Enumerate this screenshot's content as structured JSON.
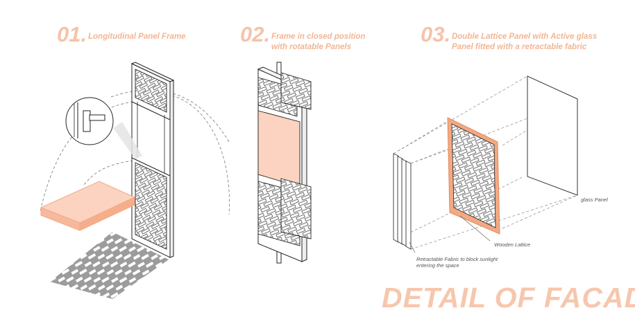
{
  "sections": [
    {
      "number": "01.",
      "caption_lines": [
        "Longitudinal Panel Frame"
      ]
    },
    {
      "number": "02.",
      "caption_lines": [
        "Frame in closed position",
        "with rotatable Panels"
      ]
    },
    {
      "number": "03.",
      "caption_lines": [
        "Double Lattice Panel with Active glass",
        "Panel fitted with a retractable fabric"
      ]
    }
  ],
  "labels": {
    "glass_panel": "glass Panel",
    "wooden_lattice": "Wooden Lattice",
    "fabric_line1": "Retractable Fabric to block sunlight",
    "fabric_line2": "entering the space"
  },
  "footer_title": "DETAIL OF FACADE",
  "colors": {
    "accent": "#f6c3a8",
    "panel_fill": "#fbd3c0",
    "panel_edge": "#f3a982",
    "line": "#2b2b2b"
  }
}
